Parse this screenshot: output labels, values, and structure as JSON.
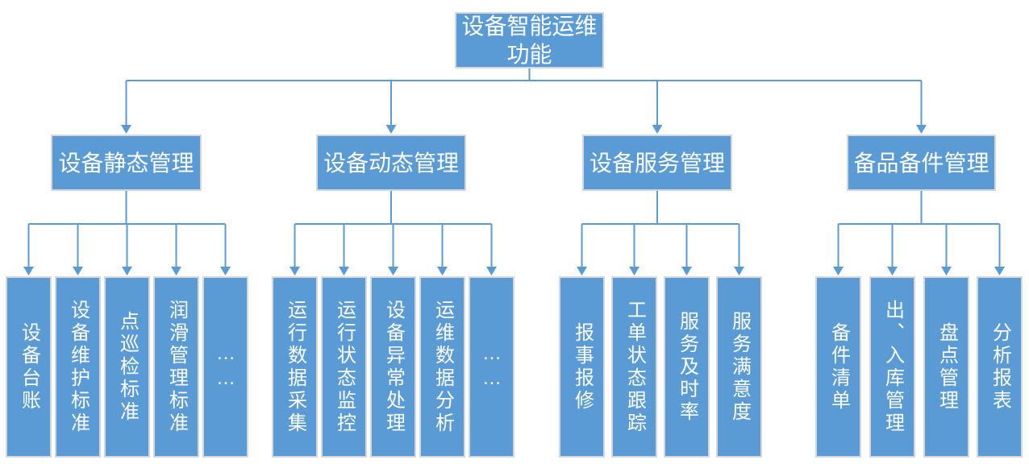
{
  "diagram": {
    "root": {
      "label": "设备智能运维功能"
    },
    "branches": [
      {
        "label": "设备静态管理",
        "children": [
          "设备台账",
          "设备维护标准",
          "点巡检标准",
          "润滑管理标准",
          "……"
        ]
      },
      {
        "label": "设备动态管理",
        "children": [
          "运行数据采集",
          "运行状态监控",
          "设备异常处理",
          "运维数据分析",
          "……"
        ]
      },
      {
        "label": "设备服务管理",
        "children": [
          "报事报修",
          "工单状态跟踪",
          "服务及时率",
          "服务满意度"
        ]
      },
      {
        "label": "备品备件管理",
        "children": [
          "备件清单",
          "出、入库管理",
          "盘点管理",
          "分析报表"
        ]
      }
    ],
    "colors": {
      "node_fill": "#5B9BD5",
      "node_border": "#D4D7DB",
      "connector": "#5B9BD5",
      "text": "#FFFFFF",
      "background": "#FFFFFF"
    }
  }
}
